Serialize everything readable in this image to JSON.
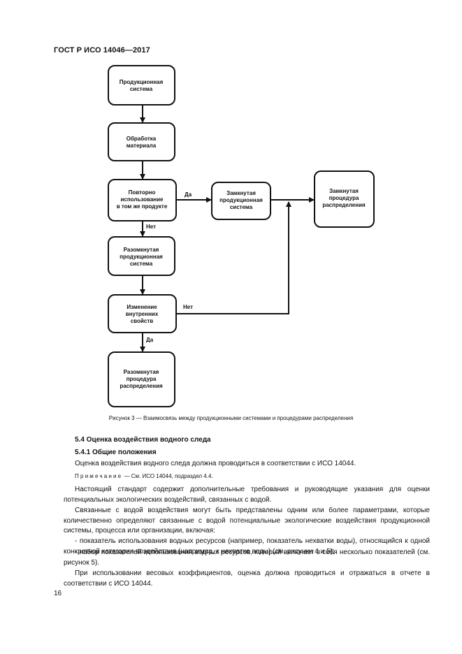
{
  "header": {
    "standard": "ГОСТ Р ИСО 14046—2017"
  },
  "diagram": {
    "nodes": {
      "production_system": [
        "Продукционная",
        "система"
      ],
      "material_processing": [
        "Обработка",
        "материала"
      ],
      "reuse_same_product": [
        "Повторно",
        "использование",
        "в том же продукте"
      ],
      "open_production_system": [
        "Разомкнутая",
        "продукционная",
        "система"
      ],
      "property_change": [
        "Изменение",
        "внутренних",
        "свойств"
      ],
      "open_distribution_procedure": [
        "Разомкнутая",
        "процедура",
        "распределения"
      ],
      "closed_production_system": [
        "Замкнутая",
        "продукционная",
        "система"
      ],
      "closed_distribution_procedure": [
        "Замкнутая",
        "процедура",
        "распределения"
      ]
    },
    "edge_labels": {
      "reuse_yes": "Да",
      "reuse_no": "Нет",
      "change_no": "Нет",
      "change_yes": "Да"
    }
  },
  "figure_caption": "Рисунок 3 — Взаимосвязь между продукционными системами и процедурами распределения",
  "section_5_4": {
    "title": "5.4 Оценка воздействия водного следа"
  },
  "section_5_4_1": {
    "title": "5.4.1 Общие положения"
  },
  "paragraphs": {
    "p1": "Оценка воздействия водного следа должна проводиться в соответствии с ИСО 14044.",
    "note_label": "Примечание",
    "note_text": " — См. ИСО 14044, подраздел 4.4.",
    "p2": "Настоящий стандарт содержит дополнительные требования и руководящие указания для оценки потенциальных экологических воздействий, связанных с водой.",
    "p3": "Связанные с водой воздействия могут быть представлены одним или более параметрами, которые количественно определяют связанные с водой потенциальные экологические воздействия продукционной системы, процесса или организации, включая:",
    "p4": "- показатель использования водных ресурсов (например, показатель нехватки воды), относящийся к одной конкретной категории воздействия (например, к нехватке воды) (см. рисунки 4 и 5);",
    "p5": "- набор показателей использования водных ресурсов, который включает в себя несколько показателей (см. рисунок 5).",
    "p6": "При использовании весовых коэффициентов, оценка должна проводиться и отражаться в отчете в соответствии с ИСО 14044."
  },
  "page_number": "16"
}
